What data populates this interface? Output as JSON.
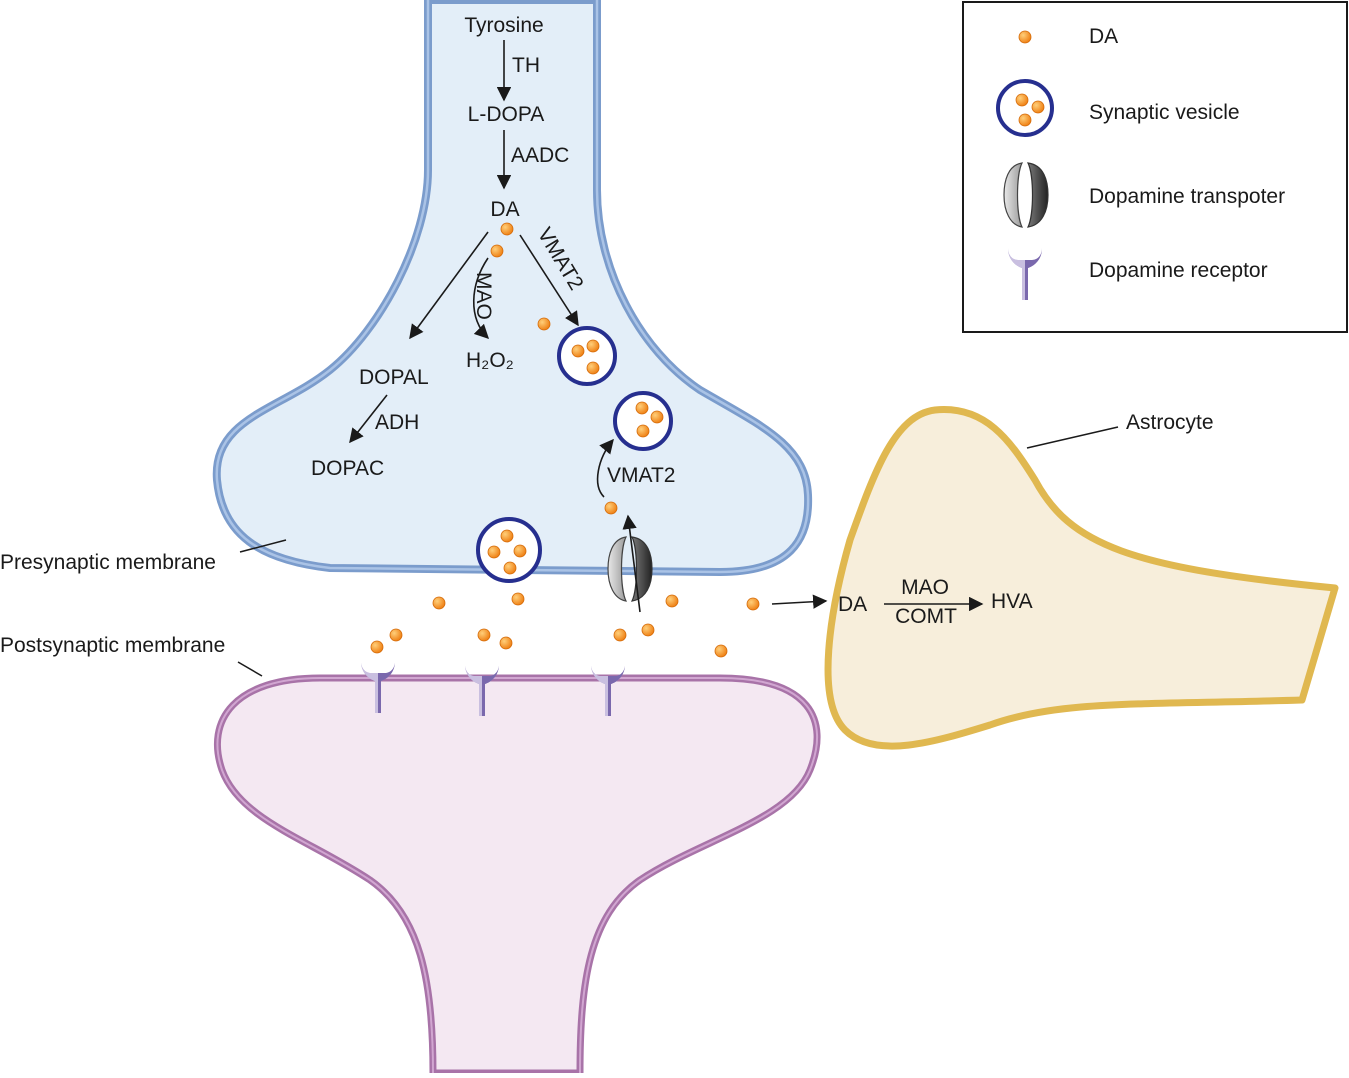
{
  "pathway": {
    "tyrosine": "Tyrosine",
    "th": "TH",
    "ldopa": "L-DOPA",
    "aadc": "AADC",
    "da": "DA",
    "mao": "MAO",
    "h2o2": "H₂O₂",
    "vmat2_upper": "VMAT2",
    "dopal": "DOPAL",
    "adh": "ADH",
    "dopac": "DOPAC",
    "vmat2_lower": "VMAT2"
  },
  "membranes": {
    "presynaptic": "Presynaptic membrane",
    "postsynaptic": "Postsynaptic membrane"
  },
  "astrocyte": {
    "label": "Astrocyte",
    "da": "DA",
    "mao": "MAO",
    "comt": "COMT",
    "hva": "HVA"
  },
  "legend": {
    "items": [
      {
        "icon": "dopamine-dot",
        "label": "DA"
      },
      {
        "icon": "synaptic-vesicle",
        "label": "Synaptic vesicle"
      },
      {
        "icon": "dopamine-transporter",
        "label": "Dopamine transpoter"
      },
      {
        "icon": "dopamine-receptor",
        "label": "Dopamine receptor"
      }
    ]
  },
  "colors": {
    "presynaptic_fill": "#e3eef8",
    "presynaptic_stroke": "#7b9ccc",
    "postsynaptic_fill": "#f4e8f2",
    "postsynaptic_stroke": "#a873a8",
    "astrocyte_fill": "#f7eedb",
    "astrocyte_stroke": "#e0b850",
    "dopamine": "#f08a1c",
    "vesicle": "#262f8f",
    "receptor": "#8c7cb8"
  }
}
